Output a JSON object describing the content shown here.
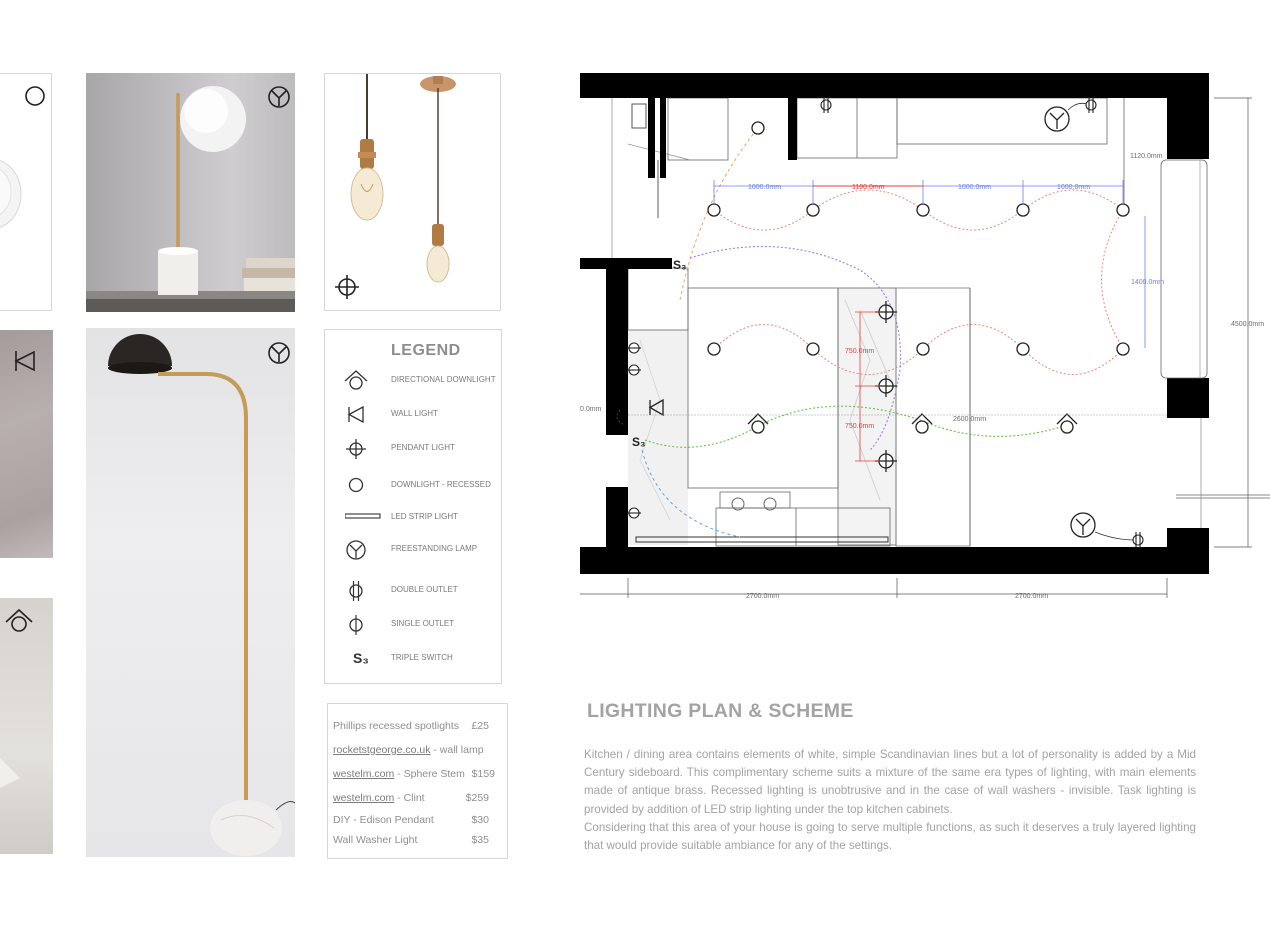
{
  "legend": {
    "title": "LEGEND",
    "items": [
      {
        "label": "DIRECTIONAL DOWNLIGHT",
        "icon": "directional-downlight-icon"
      },
      {
        "label": "WALL LIGHT",
        "icon": "wall-light-icon"
      },
      {
        "label": "PENDANT LIGHT",
        "icon": "pendant-light-icon"
      },
      {
        "label": "DOWNLIGHT - RECESSED",
        "icon": "recessed-downlight-icon"
      },
      {
        "label": "LED STRIP LIGHT",
        "icon": "led-strip-icon"
      },
      {
        "label": "FREESTANDING LAMP",
        "icon": "freestanding-lamp-icon"
      },
      {
        "label": "DOUBLE OUTLET",
        "icon": "double-outlet-icon"
      },
      {
        "label": "SINGLE OUTLET",
        "icon": "single-outlet-icon"
      },
      {
        "label": "TRIPLE SWITCH",
        "icon": "triple-switch-icon"
      }
    ],
    "switch_symbol": "S₃"
  },
  "shopping": [
    {
      "name": "Phillips recessed spotlights",
      "link": "",
      "price": "£25"
    },
    {
      "name": " - wall lamp",
      "link": "rocketstgeorge.co.uk",
      "price": ""
    },
    {
      "name": " - Sphere Stem",
      "link": "westelm.com",
      "price": "$159"
    },
    {
      "name": " - Clint",
      "link": "westelm.com",
      "price": "$259"
    },
    {
      "name": "DIY - Edison Pendant",
      "link": "",
      "price": "$30"
    },
    {
      "name": "Wall Washer Light",
      "link": "",
      "price": "$35"
    }
  ],
  "heading": "LIGHTING PLAN & SCHEME",
  "paragraphs": [
    "Kitchen / dining area contains elements of white, simple Scandinavian lines but a lot of personality is added by a Mid Century sideboard. This complimentary scheme suits a mixture of the same era types of lighting, with main elements made of antique brass. Recessed lighting is unobtrusive and in the case of wall washers - invisible. Task lighting is provided by addition of LED strip lighting under the top kitchen cabinets.",
    "Considering that this area of your house is going to serve multiple functions, as such it deserves a truly layered lighting that would provide suitable ambiance for any of the settings."
  ],
  "plan": {
    "dims_top": [
      "1000.0mm",
      "1100.0mm",
      "1000.0mm",
      "1000.0mm"
    ],
    "dim_right_upper": "1120.0mm",
    "dim_right_mid": "1400.0mm",
    "dim_overall_height": "4500.0mm",
    "dim_island_1": "750.0mm",
    "dim_island_2": "750.0mm",
    "dim_mid": "2600.0mm",
    "dim_left": "0.0mm",
    "dims_bottom": [
      "2700.0mm",
      "2700.0mm"
    ],
    "switch_top": "S₃",
    "switch_left": "S₃"
  },
  "colors": {
    "brass": "#b8944f",
    "circuit_red": "#e8897a",
    "circuit_purple": "#a977e0",
    "circuit_green": "#6bc14a",
    "circuit_blue": "#5aa7e6",
    "circuit_orange": "#f0a060",
    "dim_blue": "#6a7fe6",
    "dim_red": "#e0413b",
    "text_grey": "#a3a3a3"
  }
}
